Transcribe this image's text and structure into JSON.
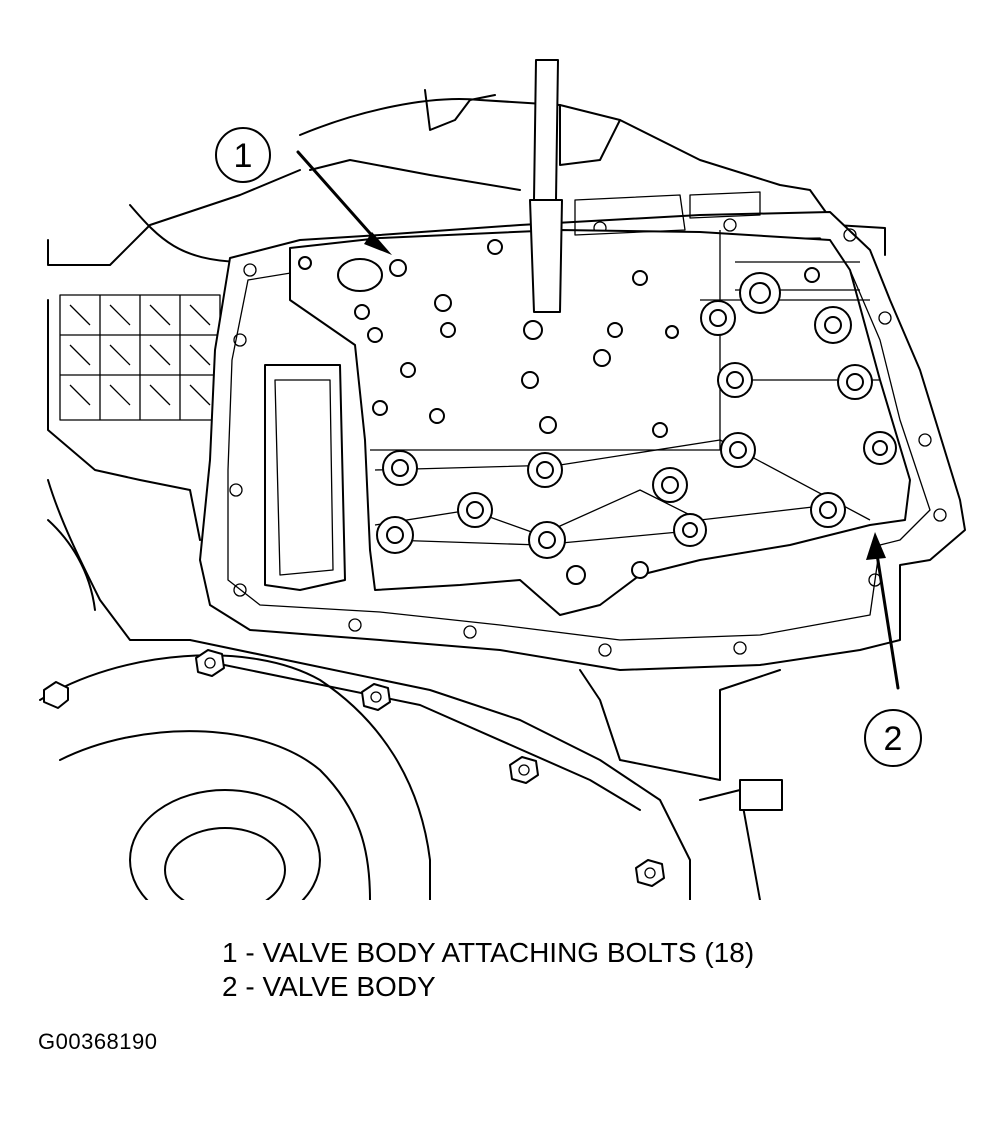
{
  "callouts": [
    {
      "number": "1"
    },
    {
      "number": "2"
    }
  ],
  "legend": [
    {
      "number": "1",
      "separator": "-",
      "text": "VALVE BODY ATTACHING BOLTS (18)"
    },
    {
      "number": "2",
      "separator": "-",
      "text": "VALVE BODY"
    }
  ],
  "figure_id": "G00368190"
}
